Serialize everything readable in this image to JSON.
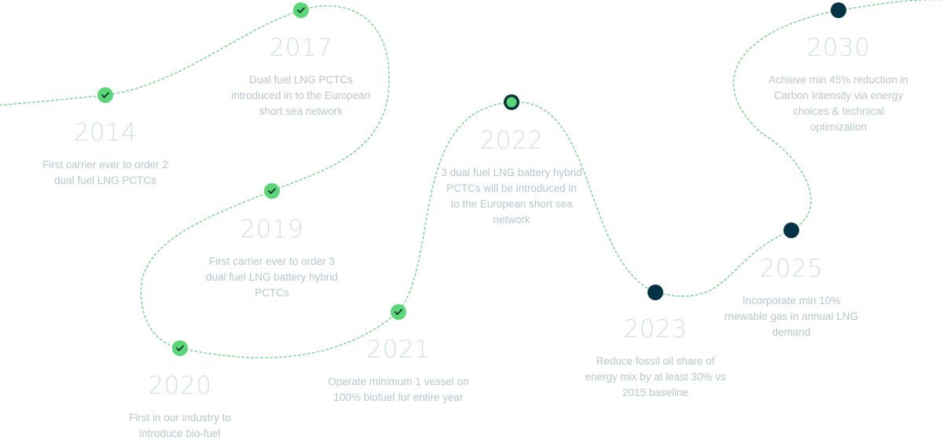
{
  "colors": {
    "path": "#5fd47e",
    "done_dot": "#5bd777",
    "current_dot": "#5bd777",
    "future_dot": "#053346",
    "year_text": "#d3e1e7",
    "desc_text": "#b7c7cd"
  },
  "milestones": [
    {
      "year": "2014",
      "description": "First carrier ever to order 2 dual fuel LNG PCTCs",
      "status": "done",
      "icon": "check-icon"
    },
    {
      "year": "2017",
      "description": "Dual fuel LNG PCTCs introduced in to the European short sea network",
      "status": "done",
      "icon": "check-icon"
    },
    {
      "year": "2019",
      "description": "First carrier ever to order 3 dual fuel LNG battery hybrid PCTCs",
      "status": "done",
      "icon": "check-icon"
    },
    {
      "year": "2020",
      "description": "First in our industry to introduce bio-fuel",
      "status": "done",
      "icon": "check-icon"
    },
    {
      "year": "2021",
      "description": "Operate minimum 1 vessel on 100% biofuel for entire year",
      "status": "done",
      "icon": "check-icon"
    },
    {
      "year": "2022",
      "description": "3 dual fuel LNG battery hybrid PCTCs will be introduced in to the European short sea network",
      "status": "current",
      "icon": "ring-icon"
    },
    {
      "year": "2023",
      "description": "Reduce fossil oil share of energy mix by at least 30% vs 2015 baseline",
      "status": "planned",
      "icon": "dot-icon"
    },
    {
      "year": "2025",
      "description": "Incorporate min 10% rnewable gas in annual LNG demand",
      "status": "planned",
      "icon": "dot-icon"
    },
    {
      "year": "2030",
      "description": "Achieve min 45% reduction in Carbon Intensity via energy choices & technical optimization",
      "status": "planned",
      "icon": "dot-icon"
    }
  ]
}
